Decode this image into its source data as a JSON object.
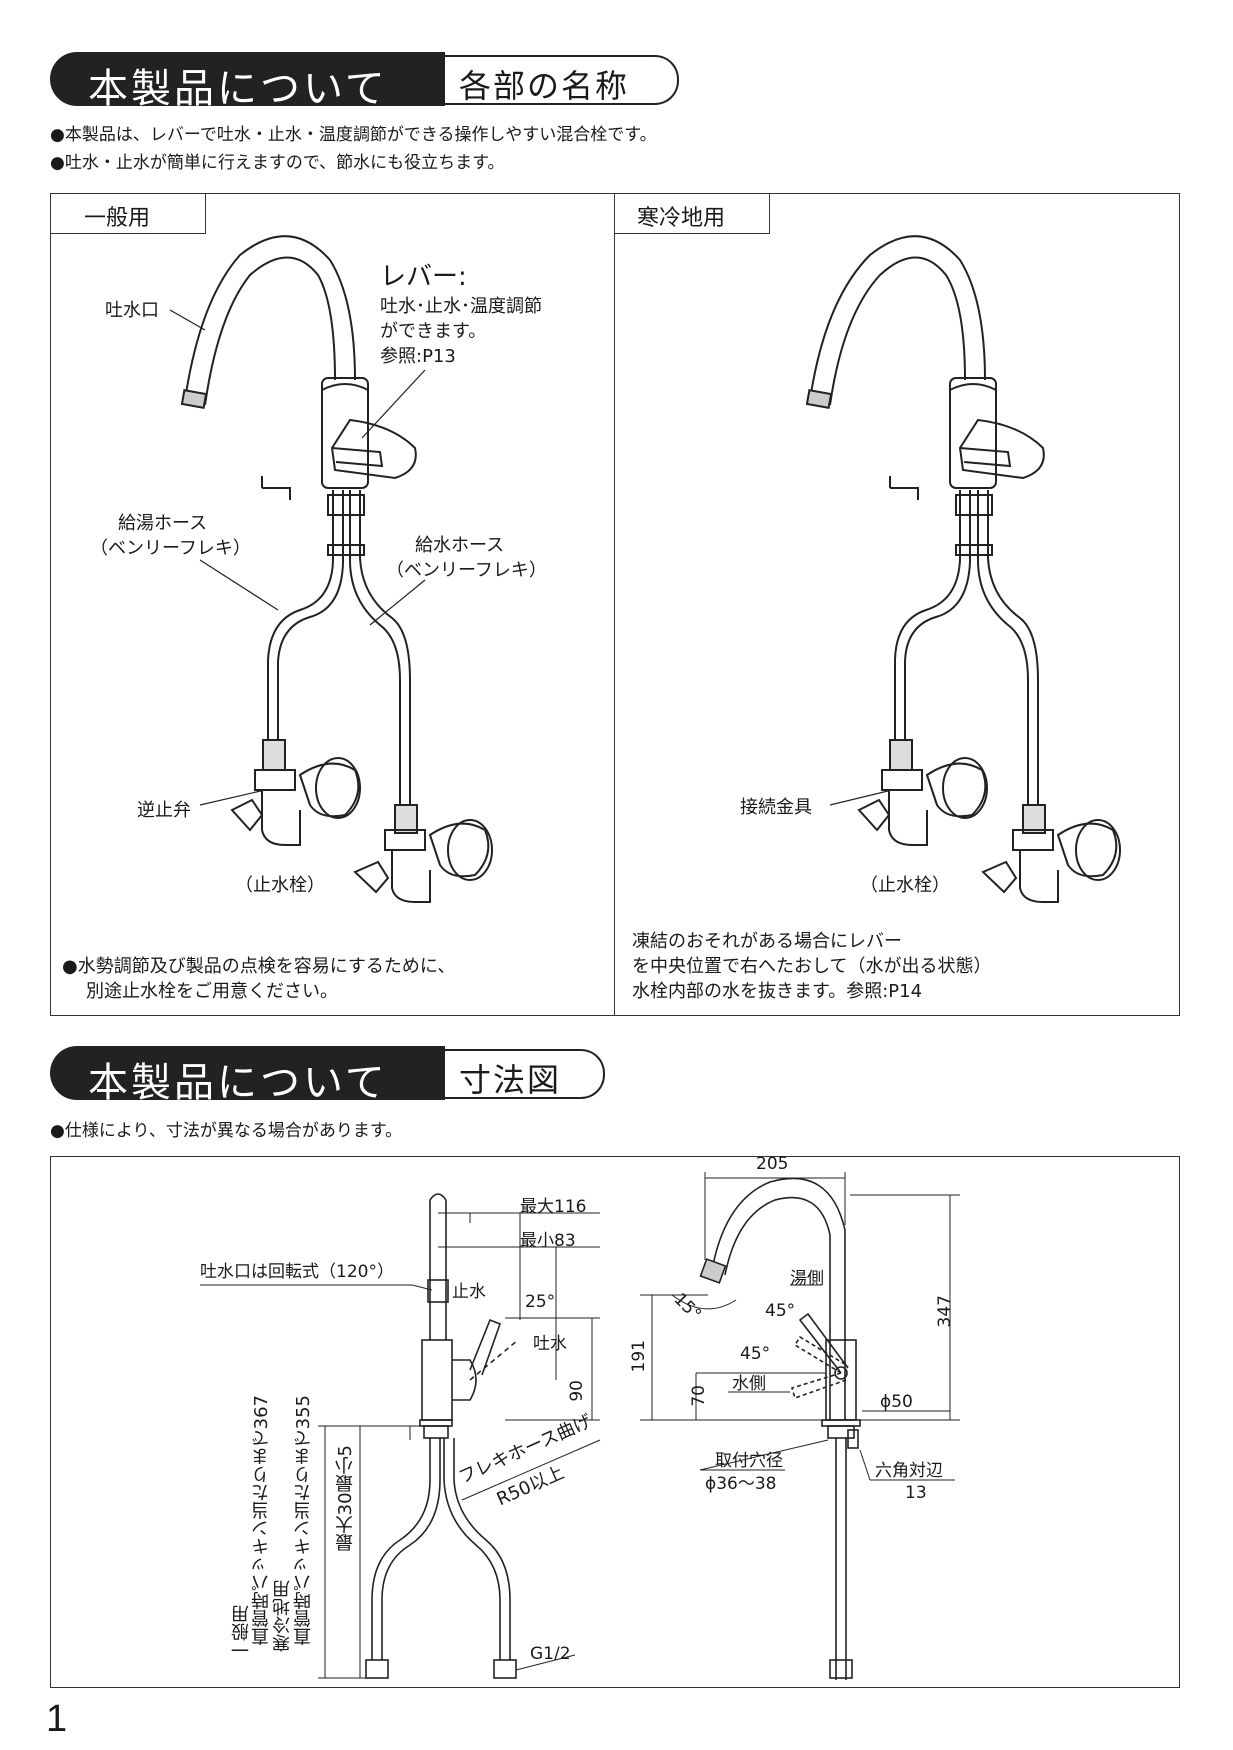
{
  "section1": {
    "title": "本製品について",
    "subtitle": "各部の名称",
    "bullets": [
      "●本製品は、レバーで吐水・止水・温度調節ができる操作しやすい混合栓です。",
      "●吐水・止水が簡単に行えますので、節水にも役立ちます。"
    ],
    "general": {
      "tab": "一般用",
      "spout": "吐水口",
      "lever_title": "レバー:",
      "lever_desc": [
        "吐水･止水･温度調節",
        "ができます。",
        "参照:P13"
      ],
      "hot_hose": [
        "給湯ホース",
        "（ベンリーフレキ）"
      ],
      "cold_hose": [
        "給水ホース",
        "（ベンリーフレキ）"
      ],
      "check_valve": "逆止弁",
      "stop_valve": "（止水栓）",
      "note": [
        "●水勢調節及び製品の点検を容易にするために、",
        "別途止水栓をご用意ください。"
      ]
    },
    "cold_region": {
      "tab": "寒冷地用",
      "fitting": "接続金具",
      "stop_valve": "（止水栓）",
      "note": [
        "凍結のおそれがある場合にレバー",
        "を中央位置で右へたおして（水が出る状態）",
        "水栓内部の水を抜きます。参照:P14"
      ]
    }
  },
  "section2": {
    "title": "本製品について",
    "subtitle": "寸法図",
    "bullet": "●仕様により、寸法が異なる場合があります。",
    "side": {
      "max116": "最大116",
      "min83": "最小83",
      "spout_rotate": "吐水口は回転式（120°）",
      "stop": "止水",
      "angle25": "25°",
      "discharge": "吐水",
      "dim90": "90",
      "flex_bend": "フレキホース曲げ",
      "r50": "R50以上",
      "max30": "最大30最小5",
      "g12": "G1/2",
      "v1": "一般用",
      "v2": "直管時パッキン当たりまで367",
      "v3": "寒冷地用",
      "v4": "直管時パッキン当たりまで355"
    },
    "front": {
      "w205": "205",
      "hot": "湯側",
      "angle15": "15°",
      "angle45a": "45°",
      "angle45b": "45°",
      "cold": "水側",
      "h191": "191",
      "h70": "70",
      "h347": "347",
      "phi50": "ϕ50",
      "hole_label": "取付穴径",
      "hole_val": "ϕ36～38",
      "hex_label": "六角対辺",
      "hex_val": "13"
    }
  },
  "page": "1"
}
